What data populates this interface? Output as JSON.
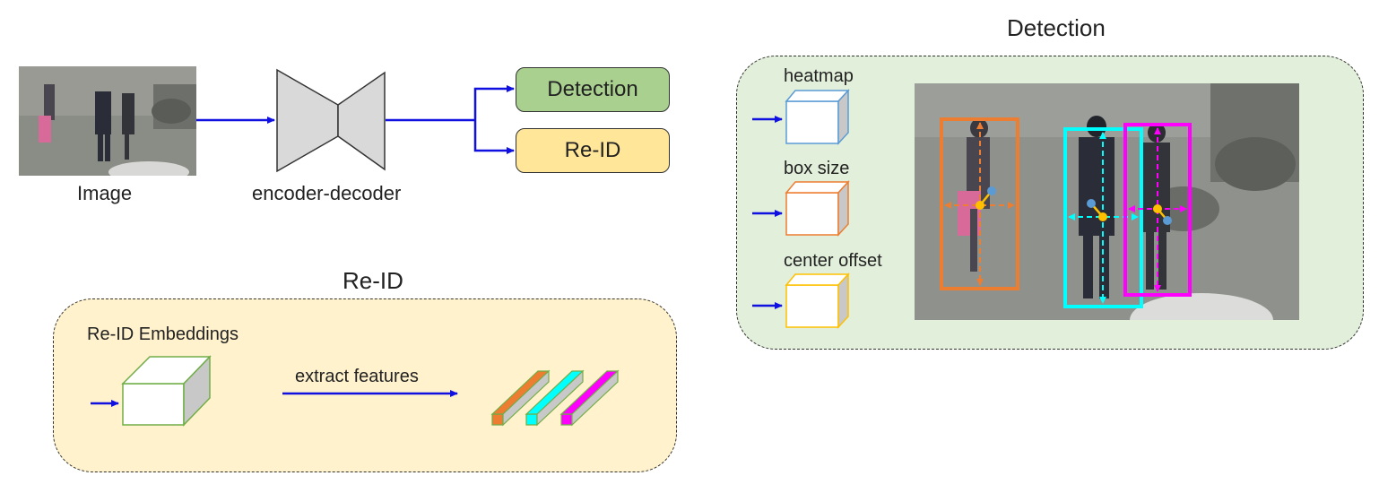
{
  "pipeline": {
    "image_label": "Image",
    "encoder_label": "encoder-decoder",
    "detection_label": "Detection",
    "reid_label": "Re-ID"
  },
  "detection_panel": {
    "title": "Detection",
    "heads": [
      "heatmap",
      "box size",
      "center offset"
    ]
  },
  "reid_panel": {
    "title": "Re-ID",
    "embeddings_label": "Re-ID Embeddings",
    "extract_label": "extract features"
  },
  "colors": {
    "arrow": "#1010e0",
    "detection_fill": "#a9d08e",
    "detection_panel_bg": "#e2efda",
    "reid_fill": "#ffe699",
    "reid_panel_bg": "#fff2cc",
    "box_orange": "#ed7d31",
    "box_cyan": "#00ffff",
    "box_magenta": "#ff00ff",
    "heatmap_cube": "#5b9bd5",
    "boxsize_cube": "#ed7d31",
    "offset_cube": "#ffc000",
    "embedding_cube": "#70ad47",
    "center_dot": "#ffc000",
    "offset_dot": "#5b9bd5"
  }
}
